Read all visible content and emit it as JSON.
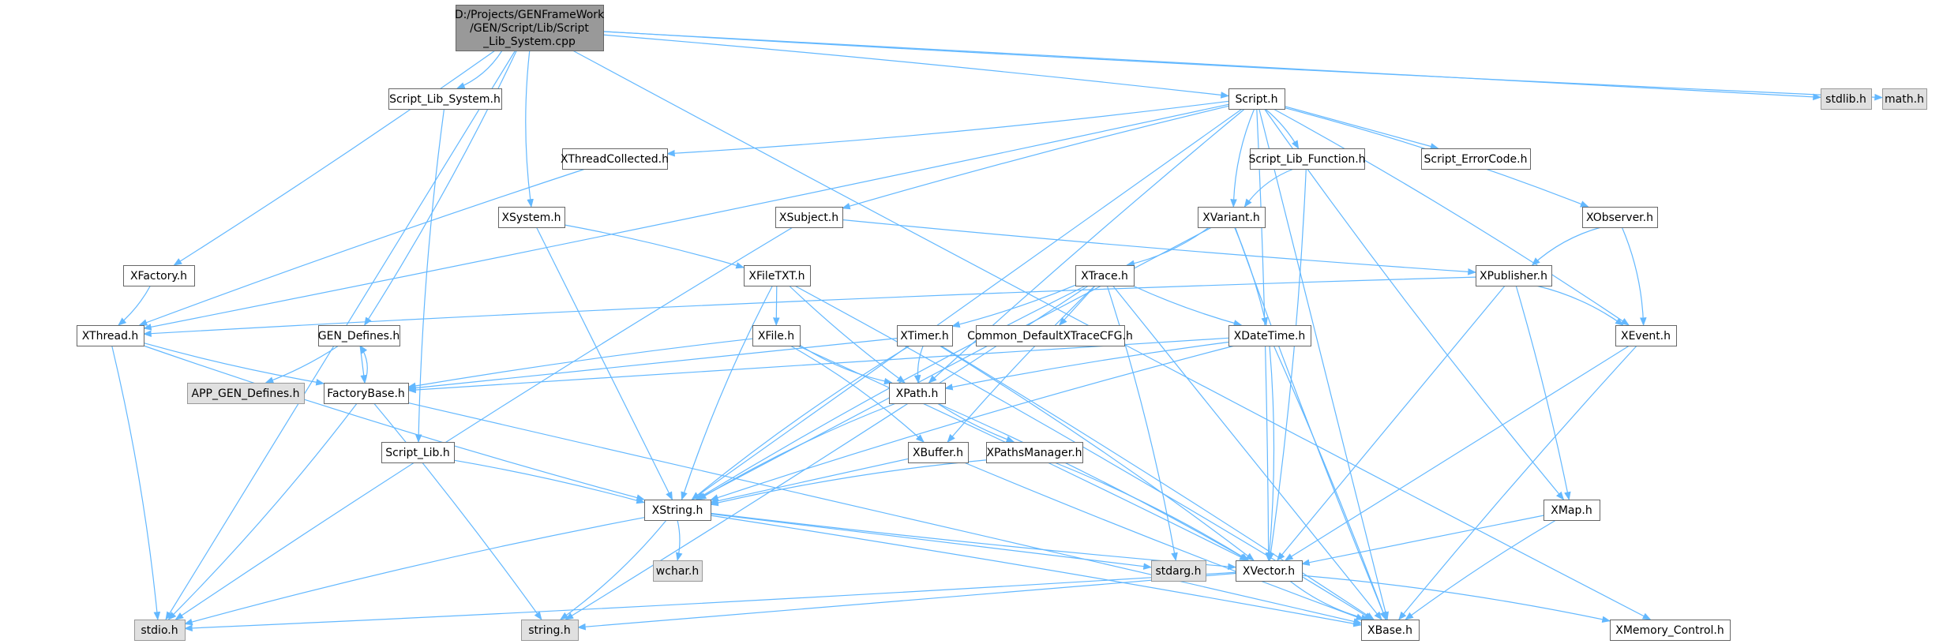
{
  "colors": {
    "edge": "#63b8ff",
    "root_fill": "#999999",
    "node_fill": "#ffffff",
    "system_fill": "#e0e0e0",
    "border_dark": "#666666",
    "border_light": "#999999"
  },
  "nodes": {
    "root": {
      "lines": [
        "D:/Projects/GENFrameWork",
        "/GEN/Script/Lib/Script",
        "_Lib_System.cpp"
      ],
      "kind": "root"
    },
    "script_lib_system_h": {
      "lines": [
        "Script_Lib_System.h"
      ],
      "kind": "file"
    },
    "script_h": {
      "lines": [
        "Script.h"
      ],
      "kind": "file"
    },
    "stdlib_h": {
      "lines": [
        "stdlib.h"
      ],
      "kind": "system"
    },
    "math_h": {
      "lines": [
        "math.h"
      ],
      "kind": "system"
    },
    "xthreadcollected_h": {
      "lines": [
        "XThreadCollected.h"
      ],
      "kind": "file"
    },
    "script_lib_function_h": {
      "lines": [
        "Script_Lib_Function.h"
      ],
      "kind": "file"
    },
    "script_errorcode_h": {
      "lines": [
        "Script_ErrorCode.h"
      ],
      "kind": "file"
    },
    "xsystem_h": {
      "lines": [
        "XSystem.h"
      ],
      "kind": "file"
    },
    "xsubject_h": {
      "lines": [
        "XSubject.h"
      ],
      "kind": "file"
    },
    "xvariant_h": {
      "lines": [
        "XVariant.h"
      ],
      "kind": "file"
    },
    "xobserver_h": {
      "lines": [
        "XObserver.h"
      ],
      "kind": "file"
    },
    "xfactory_h": {
      "lines": [
        "XFactory.h"
      ],
      "kind": "file"
    },
    "xfiletxt_h": {
      "lines": [
        "XFileTXT.h"
      ],
      "kind": "file"
    },
    "xtrace_h": {
      "lines": [
        "XTrace.h"
      ],
      "kind": "file"
    },
    "xpublisher_h": {
      "lines": [
        "XPublisher.h"
      ],
      "kind": "file"
    },
    "xthread_h": {
      "lines": [
        "XThread.h"
      ],
      "kind": "file"
    },
    "gen_defines_h": {
      "lines": [
        "GEN_Defines.h"
      ],
      "kind": "file"
    },
    "xfile_h": {
      "lines": [
        "XFile.h"
      ],
      "kind": "file"
    },
    "xtimer_h": {
      "lines": [
        "XTimer.h"
      ],
      "kind": "file"
    },
    "common_defaultxtracecfg_h": {
      "lines": [
        "Common_DefaultXTraceCFG.h"
      ],
      "kind": "file"
    },
    "xdatetime_h": {
      "lines": [
        "XDateTime.h"
      ],
      "kind": "file"
    },
    "xevent_h": {
      "lines": [
        "XEvent.h"
      ],
      "kind": "file"
    },
    "app_gen_defines_h": {
      "lines": [
        "APP_GEN_Defines.h"
      ],
      "kind": "system"
    },
    "factorybase_h": {
      "lines": [
        "FactoryBase.h"
      ],
      "kind": "file"
    },
    "xpath_h": {
      "lines": [
        "XPath.h"
      ],
      "kind": "file"
    },
    "script_lib_h": {
      "lines": [
        "Script_Lib.h"
      ],
      "kind": "file"
    },
    "xbuffer_h": {
      "lines": [
        "XBuffer.h"
      ],
      "kind": "file"
    },
    "xpathsmanager_h": {
      "lines": [
        "XPathsManager.h"
      ],
      "kind": "file"
    },
    "xstring_h": {
      "lines": [
        "XString.h"
      ],
      "kind": "file"
    },
    "xmap_h": {
      "lines": [
        "XMap.h"
      ],
      "kind": "file"
    },
    "wchar_h": {
      "lines": [
        "wchar.h"
      ],
      "kind": "system"
    },
    "stdarg_h": {
      "lines": [
        "stdarg.h"
      ],
      "kind": "system"
    },
    "xvector_h": {
      "lines": [
        "XVector.h"
      ],
      "kind": "file"
    },
    "stdio_h": {
      "lines": [
        "stdio.h"
      ],
      "kind": "system"
    },
    "string_h": {
      "lines": [
        "string.h"
      ],
      "kind": "system"
    },
    "xbase_h": {
      "lines": [
        "XBase.h"
      ],
      "kind": "file"
    },
    "xmemory_control_h": {
      "lines": [
        "XMemory_Control.h"
      ],
      "kind": "file"
    }
  },
  "edges": [
    [
      "root",
      "script_lib_system_h"
    ],
    [
      "root",
      "script_h"
    ],
    [
      "root",
      "stdlib_h"
    ],
    [
      "root",
      "math_h"
    ],
    [
      "root",
      "xsystem_h"
    ],
    [
      "root",
      "gen_defines_h"
    ],
    [
      "root",
      "xfactory_h"
    ],
    [
      "root",
      "stdio_h"
    ],
    [
      "root",
      "xmemory_control_h"
    ],
    [
      "script_lib_system_h",
      "script_lib_h"
    ],
    [
      "script_h",
      "xthreadcollected_h"
    ],
    [
      "script_h",
      "script_lib_function_h"
    ],
    [
      "script_h",
      "script_errorcode_h"
    ],
    [
      "script_h",
      "xsubject_h"
    ],
    [
      "script_h",
      "xvariant_h"
    ],
    [
      "script_h",
      "xobserver_h"
    ],
    [
      "script_h",
      "xthread_h"
    ],
    [
      "script_h",
      "xstring_h"
    ],
    [
      "script_h",
      "xpath_h"
    ],
    [
      "script_h",
      "xmap_h"
    ],
    [
      "script_h",
      "xevent_h"
    ],
    [
      "script_h",
      "xvector_h"
    ],
    [
      "script_h",
      "xbase_h"
    ],
    [
      "xthreadcollected_h",
      "xthread_h"
    ],
    [
      "script_lib_function_h",
      "xvariant_h"
    ],
    [
      "script_lib_function_h",
      "xvector_h"
    ],
    [
      "xsystem_h",
      "xfiletxt_h"
    ],
    [
      "xsystem_h",
      "xstring_h"
    ],
    [
      "xsubject_h",
      "xpublisher_h"
    ],
    [
      "xsubject_h",
      "stdio_h"
    ],
    [
      "xvariant_h",
      "xtrace_h"
    ],
    [
      "xvariant_h",
      "xdatetime_h"
    ],
    [
      "xvariant_h",
      "xstring_h"
    ],
    [
      "xvariant_h",
      "xbase_h"
    ],
    [
      "xobserver_h",
      "xpublisher_h"
    ],
    [
      "xobserver_h",
      "xevent_h"
    ],
    [
      "xfactory_h",
      "xthread_h"
    ],
    [
      "xfiletxt_h",
      "xfile_h"
    ],
    [
      "xfiletxt_h",
      "xpath_h"
    ],
    [
      "xfiletxt_h",
      "xstring_h"
    ],
    [
      "xfiletxt_h",
      "xbase_h"
    ],
    [
      "xtrace_h",
      "xtimer_h"
    ],
    [
      "xtrace_h",
      "common_defaultxtracecfg_h"
    ],
    [
      "xtrace_h",
      "xdatetime_h"
    ],
    [
      "xtrace_h",
      "xstring_h"
    ],
    [
      "xtrace_h",
      "stdarg_h"
    ],
    [
      "xtrace_h",
      "string_h"
    ],
    [
      "xtrace_h",
      "xbase_h"
    ],
    [
      "xtrace_h",
      "xbuffer_h"
    ],
    [
      "xpublisher_h",
      "xthread_h"
    ],
    [
      "xpublisher_h",
      "xevent_h"
    ],
    [
      "xpublisher_h",
      "xmap_h"
    ],
    [
      "xpublisher_h",
      "xvector_h"
    ],
    [
      "xthread_h",
      "factorybase_h"
    ],
    [
      "xthread_h",
      "xstring_h"
    ],
    [
      "xthread_h",
      "stdio_h"
    ],
    [
      "gen_defines_h",
      "app_gen_defines_h"
    ],
    [
      "gen_defines_h",
      "factorybase_h"
    ],
    [
      "xfile_h",
      "factorybase_h"
    ],
    [
      "xfile_h",
      "xpath_h"
    ],
    [
      "xfile_h",
      "xbuffer_h"
    ],
    [
      "xfile_h",
      "xvector_h"
    ],
    [
      "xtimer_h",
      "factorybase_h"
    ],
    [
      "xtimer_h",
      "xpath_h"
    ],
    [
      "xtimer_h",
      "xstring_h"
    ],
    [
      "xtimer_h",
      "xvector_h"
    ],
    [
      "xtimer_h",
      "xbase_h"
    ],
    [
      "xdatetime_h",
      "factorybase_h"
    ],
    [
      "xdatetime_h",
      "xpath_h"
    ],
    [
      "xdatetime_h",
      "xstring_h"
    ],
    [
      "xdatetime_h",
      "xvector_h"
    ],
    [
      "xdatetime_h",
      "xbase_h"
    ],
    [
      "xevent_h",
      "xvector_h"
    ],
    [
      "xevent_h",
      "xbase_h"
    ],
    [
      "factorybase_h",
      "gen_defines_h"
    ],
    [
      "factorybase_h",
      "stdio_h"
    ],
    [
      "factorybase_h",
      "string_h"
    ],
    [
      "factorybase_h",
      "xbase_h"
    ],
    [
      "xpath_h",
      "xpathsmanager_h"
    ],
    [
      "xpath_h",
      "xstring_h"
    ],
    [
      "xpath_h",
      "xvector_h"
    ],
    [
      "script_lib_h",
      "xstring_h"
    ],
    [
      "xbuffer_h",
      "xstring_h"
    ],
    [
      "xbuffer_h",
      "xbase_h"
    ],
    [
      "xpathsmanager_h",
      "xstring_h"
    ],
    [
      "xpathsmanager_h",
      "xvector_h"
    ],
    [
      "xstring_h",
      "wchar_h"
    ],
    [
      "xstring_h",
      "stdarg_h"
    ],
    [
      "xstring_h",
      "xvector_h"
    ],
    [
      "xstring_h",
      "stdio_h"
    ],
    [
      "xstring_h",
      "string_h"
    ],
    [
      "xstring_h",
      "xbase_h"
    ],
    [
      "xmap_h",
      "xvector_h"
    ],
    [
      "xmap_h",
      "xbase_h"
    ],
    [
      "xvector_h",
      "xbase_h"
    ],
    [
      "xvector_h",
      "xmemory_control_h"
    ],
    [
      "xvector_h",
      "stdio_h"
    ],
    [
      "xvector_h",
      "string_h"
    ]
  ]
}
